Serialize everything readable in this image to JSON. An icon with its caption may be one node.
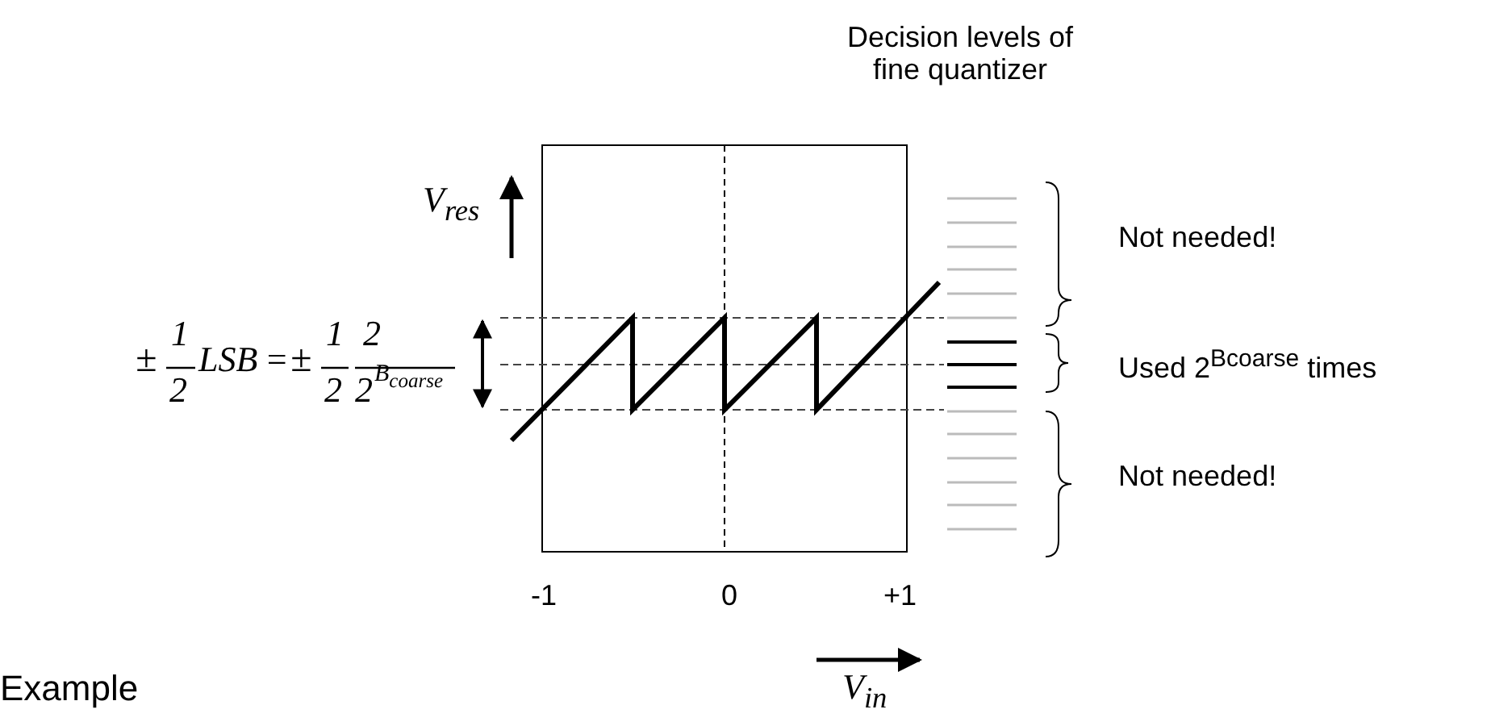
{
  "diagram": {
    "labels": [
      "Decision levels of fine quantizer",
      "V$_{res}$",
      "±",
      "1",
      "2",
      "LSB",
      "=",
      "±",
      "1",
      "2",
      "2",
      "2",
      "B$_{coarse}$",
      "Not needed!",
      "Used 2$^{Bcoarse}$ times",
      "Not needed!",
      "-1",
      "0",
      "+1",
      "V$_{in}$",
      "Example"
    ]
  }
}
